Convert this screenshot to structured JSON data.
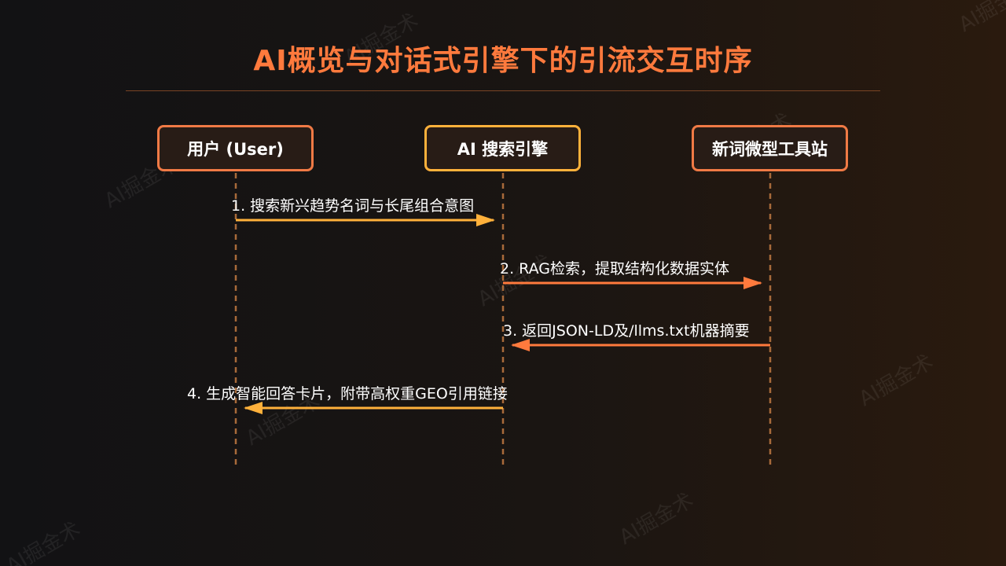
{
  "title": "AI概览与对话式引擎下的引流交互时序",
  "colors": {
    "title": "#ff7a3d",
    "divider": "#7a4424",
    "user_border": "#f07a45",
    "engine_border": "#ffb13b",
    "site_border": "#f07a45",
    "lifeline": "#a86a3a",
    "arrow_request": "#ffb13b",
    "arrow_response": "#ff7a3d"
  },
  "actors": [
    {
      "label": "用户 (User)"
    },
    {
      "label": "AI 搜索引擎"
    },
    {
      "label": "新词微型工具站"
    }
  ],
  "messages": [
    {
      "label": "1. 搜索新兴趋势名词与长尾组合意图"
    },
    {
      "label": "2. RAG检索，提取结构化数据实体"
    },
    {
      "label": "3. 返回JSON-LD及/llms.txt机器摘要"
    },
    {
      "label": "4. 生成智能回答卡片，附带高权重GEO引用链接"
    }
  ],
  "watermark": "AI掘金术"
}
